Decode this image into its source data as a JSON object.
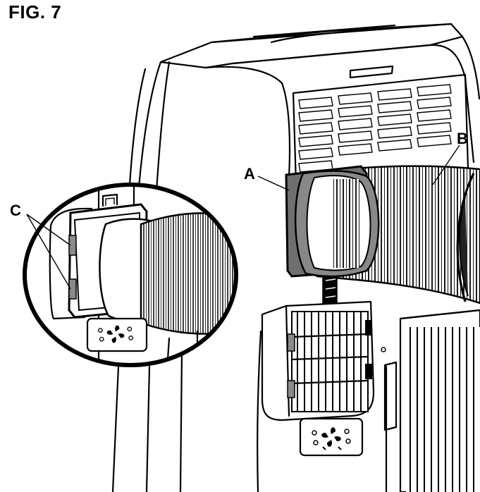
{
  "figure": {
    "title": "FIG. 7"
  },
  "callouts": {
    "a": "A",
    "b": "B",
    "c": "C"
  },
  "colors": {
    "line": "#000000",
    "background": "#ffffff",
    "adapter": "#777777",
    "clips": "#8a8a8a"
  }
}
